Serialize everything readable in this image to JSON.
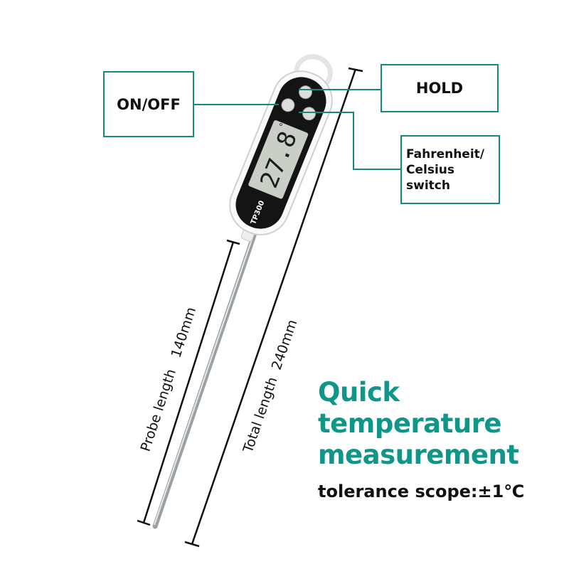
{
  "labels": {
    "on_off": "ON/OFF",
    "hold": "HOLD",
    "fc_switch": [
      "Fahrenheit/",
      "Celsius",
      "switch"
    ]
  },
  "device": {
    "model": "TP300",
    "display_reading": "27.8",
    "display_unit": "°C"
  },
  "dimensions": {
    "probe_length": "Probe length   140mm",
    "total_length": "Total length  240mm"
  },
  "headline": [
    "Quick",
    "temperature",
    "measurement"
  ],
  "tolerance": "tolerance scope:±1℃",
  "colors": {
    "accent": "#0e9688",
    "line": "#14897d"
  }
}
